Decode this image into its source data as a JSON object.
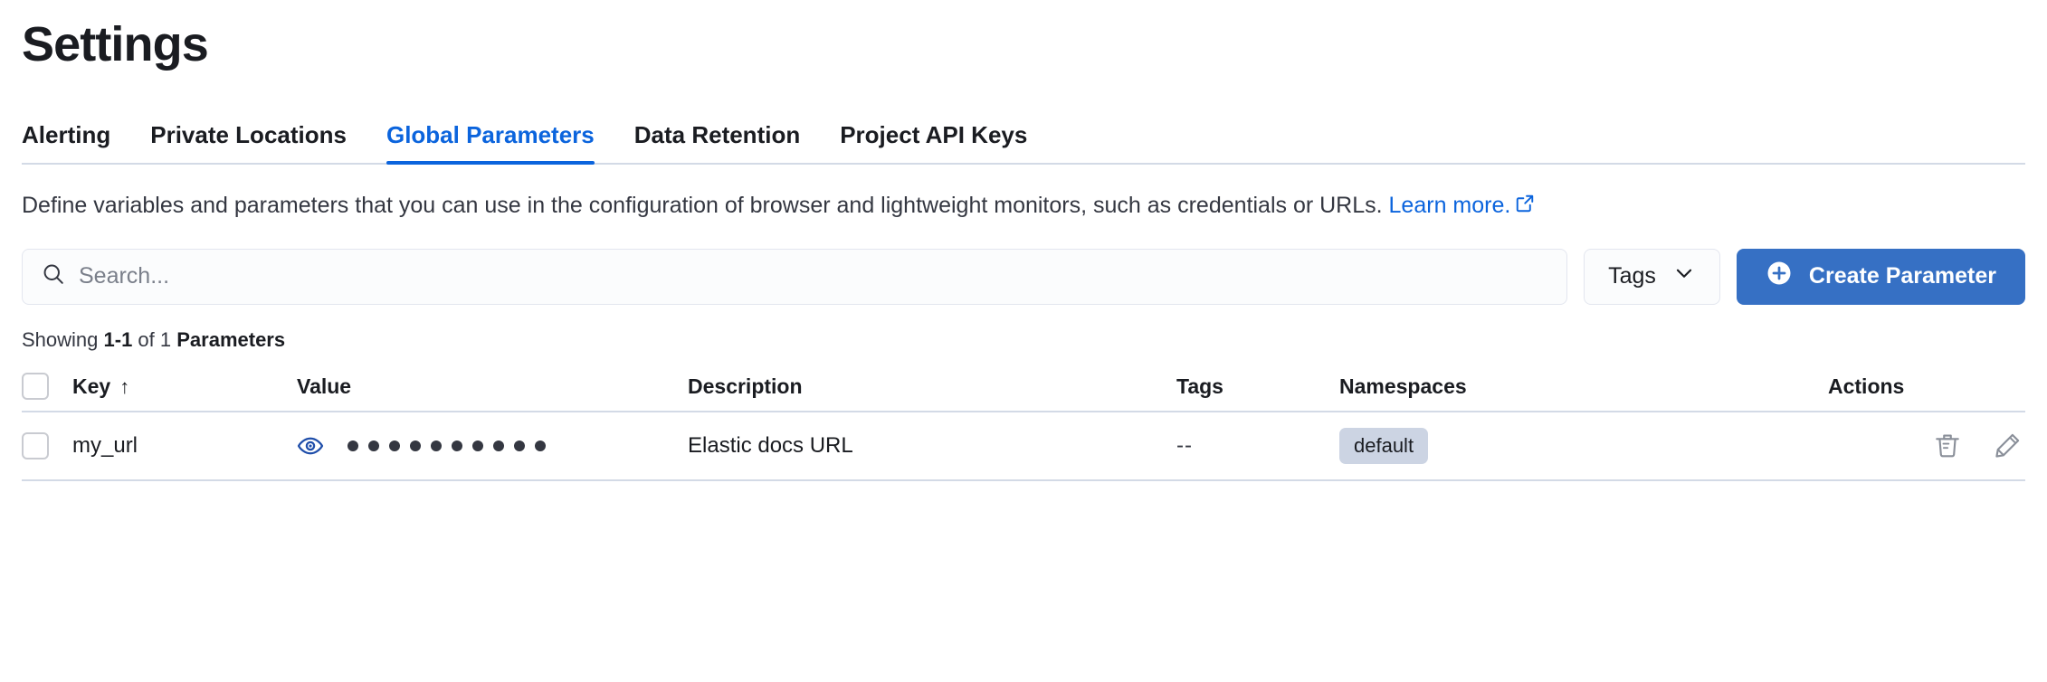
{
  "page": {
    "title": "Settings"
  },
  "tabs": [
    {
      "label": "Alerting",
      "active": false
    },
    {
      "label": "Private Locations",
      "active": false
    },
    {
      "label": "Global Parameters",
      "active": true
    },
    {
      "label": "Data Retention",
      "active": false
    },
    {
      "label": "Project API Keys",
      "active": false
    }
  ],
  "description": {
    "text": "Define variables and parameters that you can use in the configuration of browser and lightweight monitors, such as credentials or URLs.",
    "link_label": "Learn more.",
    "link_icon": "external-link-icon"
  },
  "controls": {
    "search_placeholder": "Search...",
    "search_value": "",
    "search_icon": "search-icon",
    "tags_label": "Tags",
    "tags_icon": "chevron-down-icon",
    "create_label": "Create Parameter",
    "create_icon": "plus-circle-icon",
    "create_color": "#3670c4"
  },
  "summary": {
    "prefix": "Showing ",
    "range": "1-1",
    "middle": " of 1 ",
    "entity": "Parameters"
  },
  "table": {
    "columns": [
      {
        "key": "select",
        "label": "",
        "sort": ""
      },
      {
        "key": "key",
        "label": "Key",
        "sort": "↑"
      },
      {
        "key": "value",
        "label": "Value",
        "sort": ""
      },
      {
        "key": "description",
        "label": "Description",
        "sort": ""
      },
      {
        "key": "tags",
        "label": "Tags",
        "sort": ""
      },
      {
        "key": "namespaces",
        "label": "Namespaces",
        "sort": ""
      },
      {
        "key": "actions",
        "label": "Actions",
        "sort": ""
      }
    ],
    "rows": [
      {
        "key": "my_url",
        "value_masked": true,
        "value_mask_dots": 10,
        "value_toggle_icon": "eye-icon",
        "value_toggle_color": "#1f4eaa",
        "description": "Elastic docs URL",
        "tags": "--",
        "namespaces": [
          "default"
        ],
        "namespace_badge_color": "#ccd4e3",
        "actions": [
          {
            "icon": "trash-icon",
            "label": "Delete"
          },
          {
            "icon": "pencil-icon",
            "label": "Edit"
          }
        ]
      }
    ]
  }
}
